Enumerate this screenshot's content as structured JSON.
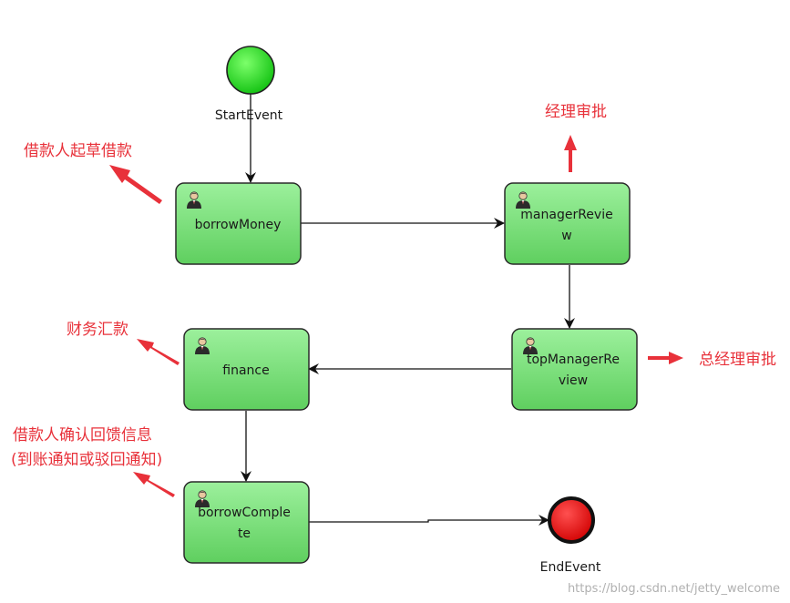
{
  "events": {
    "start": {
      "label": "StartEvent",
      "color": "#22dd11"
    },
    "end": {
      "label": "EndEvent",
      "color": "#ee1111"
    }
  },
  "tasks": {
    "borrowMoney": {
      "lines": [
        "borrowMoney"
      ],
      "icon": "user-icon"
    },
    "managerReview": {
      "lines": [
        "managerRevie",
        "w"
      ],
      "icon": "user-icon"
    },
    "topManagerReview": {
      "lines": [
        "topManagerRe",
        "view"
      ],
      "icon": "user-icon"
    },
    "finance": {
      "lines": [
        "finance"
      ],
      "icon": "user-icon"
    },
    "borrowComplete": {
      "lines": [
        "borrowComple",
        "te"
      ],
      "icon": "user-icon"
    }
  },
  "annotations": {
    "borrower_draft": "借款人起草借款",
    "manager_approve": "经理审批",
    "general_manager_approve": "总经理审批",
    "finance_remit": "财务汇款",
    "borrower_confirm_1": "借款人确认回馈信息",
    "borrower_confirm_2": "(到账通知或驳回通知)"
  },
  "colors": {
    "task_fill": "#7fe27f",
    "task_stroke": "#2a2a2a",
    "annotation": "#e8313a",
    "flow": "#111111"
  },
  "watermark": "https://blog.csdn.net/jetty_welcome"
}
